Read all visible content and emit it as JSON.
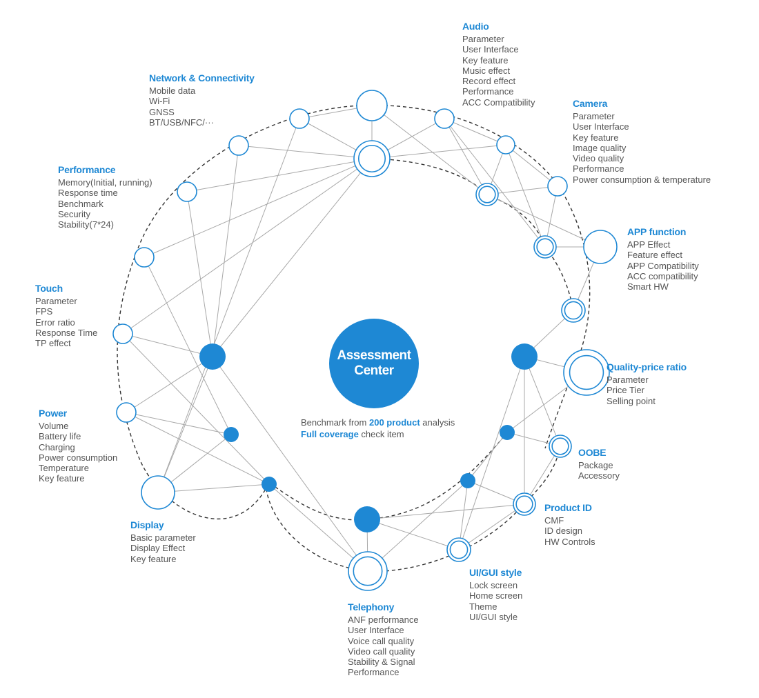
{
  "center": {
    "line1": "Assessment",
    "line2": "Center"
  },
  "benchmark": {
    "line1_pre": "Benchmark from ",
    "line1_highlight": "200 product",
    "line1_post": " analysis",
    "line2_highlight": "Full coverage",
    "line2_post": " check item"
  },
  "categories": [
    {
      "id": "audio",
      "title": "Audio",
      "items": [
        "Parameter",
        "User Interface",
        "Key feature",
        "Music effect",
        "Record effect",
        "Performance",
        "ACC Compatibility"
      ]
    },
    {
      "id": "network",
      "title": "Network & Connectivity",
      "items": [
        "Mobile data",
        "Wi-Fi",
        "GNSS",
        "BT/USB/NFC/···"
      ]
    },
    {
      "id": "camera",
      "title": "Camera",
      "items": [
        "Parameter",
        "User Interface",
        "Key feature",
        "Image quality",
        "Video quality",
        "Performance",
        "Power consumption & temperature"
      ]
    },
    {
      "id": "performance",
      "title": "Performance",
      "items": [
        "Memory(Initial, running)",
        "Response time",
        "Benchmark",
        "Security",
        "Stability(7*24)"
      ]
    },
    {
      "id": "app",
      "title": "APP function",
      "items": [
        "APP Effect",
        "Feature effect",
        "APP Compatibility",
        "ACC compatibility",
        "Smart HW"
      ]
    },
    {
      "id": "touch",
      "title": "Touch",
      "items": [
        "Parameter",
        "FPS",
        "Error ratio",
        "Response Time",
        "TP effect"
      ]
    },
    {
      "id": "quality",
      "title": "Quality-price ratio",
      "items": [
        "Parameter",
        "Price Tier",
        "Selling point"
      ]
    },
    {
      "id": "power",
      "title": "Power",
      "items": [
        "Volume",
        "Battery life",
        "Charging",
        "Power consumption",
        "Temperature",
        "Key feature"
      ]
    },
    {
      "id": "oobe",
      "title": "OOBE",
      "items": [
        "Package",
        "Accessory"
      ]
    },
    {
      "id": "productid",
      "title": "Product ID",
      "items": [
        "CMF",
        "ID design",
        "HW Controls"
      ]
    },
    {
      "id": "display",
      "title": "Display",
      "items": [
        "Basic  parameter",
        "Display Effect",
        "Key feature"
      ]
    },
    {
      "id": "uigui",
      "title": "UI/GUI style",
      "items": [
        "Lock screen",
        "Home screen",
        "Theme",
        "UI/GUI style"
      ]
    },
    {
      "id": "telephony",
      "title": "Telephony",
      "items": [
        "ANF performance",
        "User Interface",
        "Voice call quality",
        "Video call quality",
        "Stability & Signal",
        "Performance"
      ]
    }
  ],
  "colors": {
    "accent": "#1e88d4",
    "text": "#555555",
    "line": "#a8a8a8",
    "dash": "#333333"
  }
}
